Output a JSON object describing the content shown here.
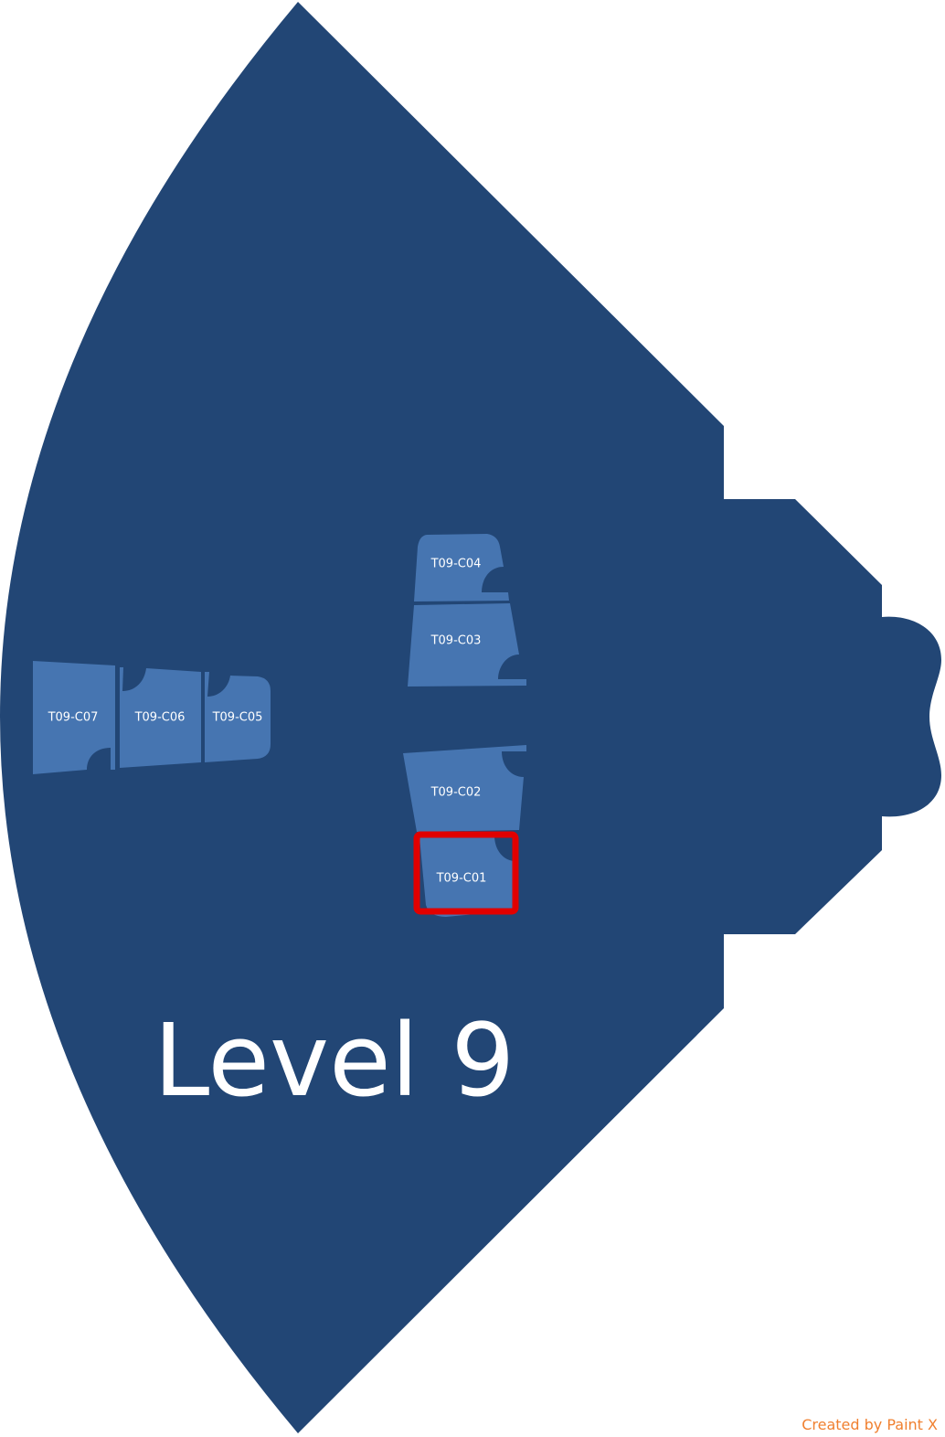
{
  "level": {
    "title": "Level 9"
  },
  "colors": {
    "floor": "#224675",
    "unit": "#4675b1",
    "highlight": "#e10000",
    "credit": "#f08030"
  },
  "units": [
    {
      "id": "T09-C01",
      "label": "T09-C01",
      "selected": true
    },
    {
      "id": "T09-C02",
      "label": "T09-C02",
      "selected": false
    },
    {
      "id": "T09-C03",
      "label": "T09-C03",
      "selected": false
    },
    {
      "id": "T09-C04",
      "label": "T09-C04",
      "selected": false
    },
    {
      "id": "T09-C05",
      "label": "T09-C05",
      "selected": false
    },
    {
      "id": "T09-C06",
      "label": "T09-C06",
      "selected": false
    },
    {
      "id": "T09-C07",
      "label": "T09-C07",
      "selected": false
    }
  ],
  "credit": "Created by Paint X"
}
